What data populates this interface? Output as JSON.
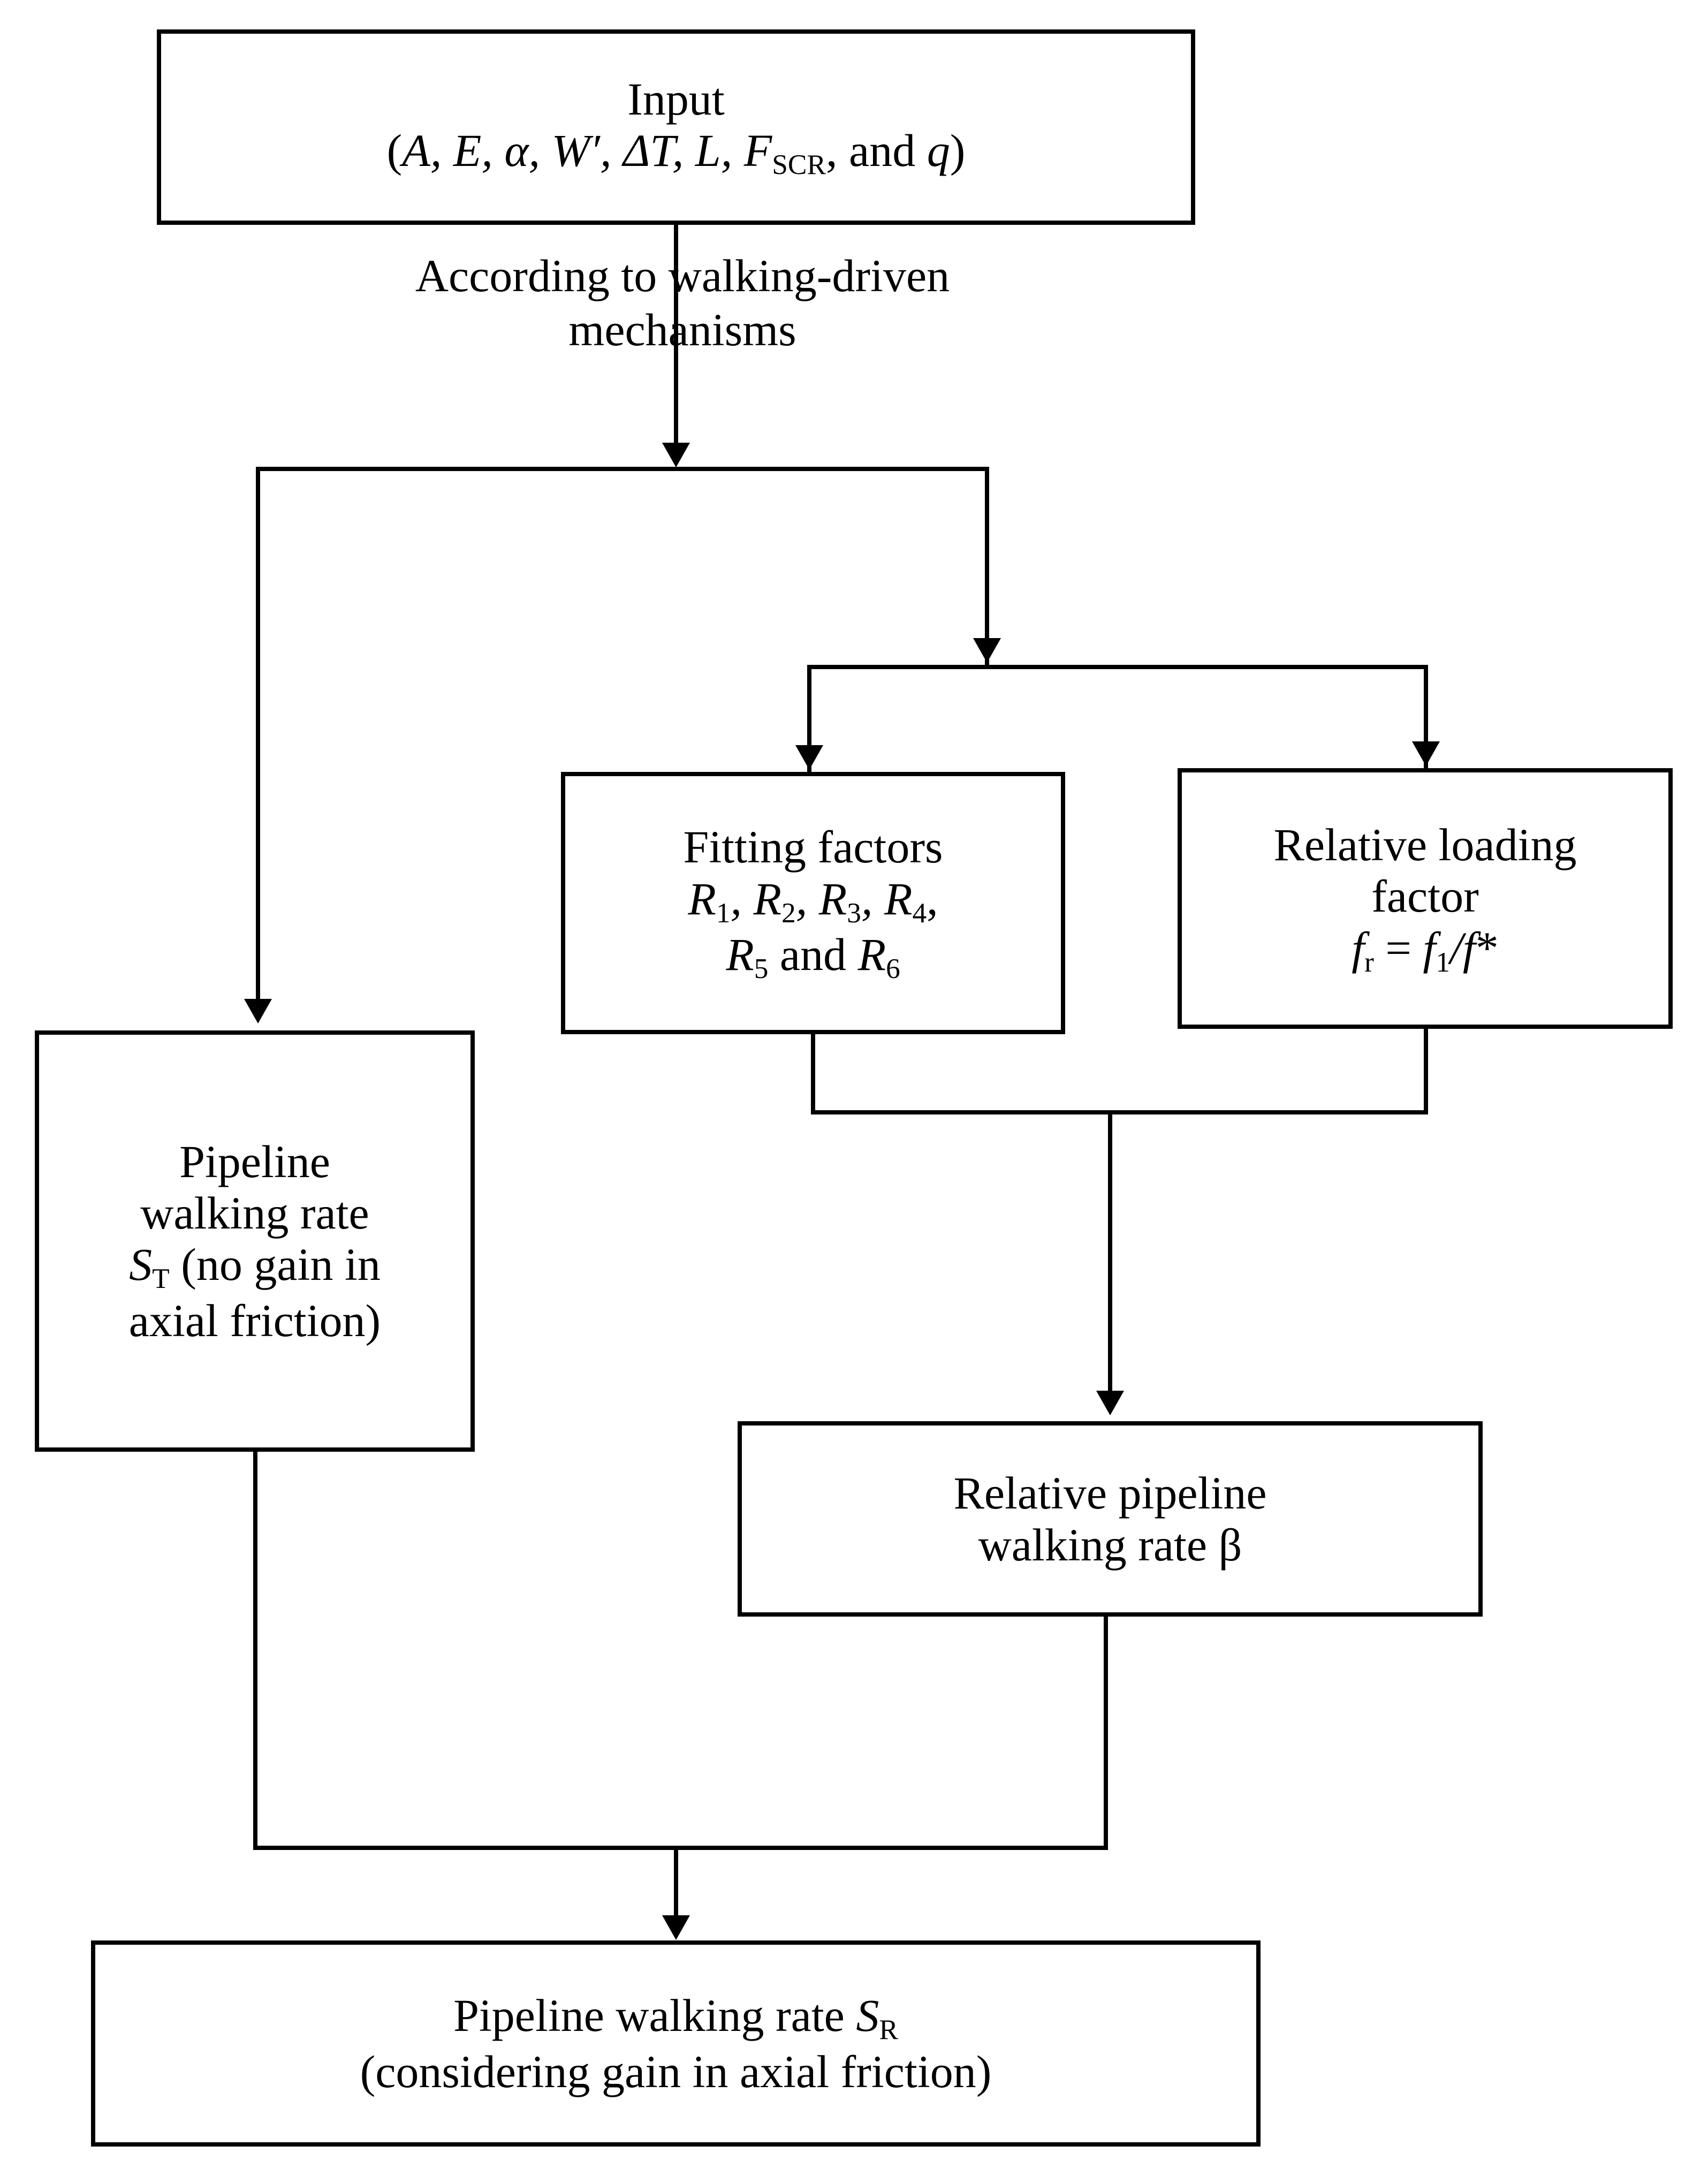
{
  "diagram": {
    "title": "Pipeline walking rate calculation flowchart",
    "background_color": "#ffffff",
    "line_color": "#000000",
    "nodes": {
      "input": {
        "line1": "Input",
        "line2_prefix": "(",
        "vars": "A, E, α, W′, ΔT, L, F",
        "vars_sub": "SCR",
        "vars_tail": ",  and ",
        "vars_last": "q",
        "line2_suffix": ")"
      },
      "fitting_factors": {
        "line1": "Fitting factors",
        "line2_a": "R",
        "line2_a_sub": "1",
        "line2_b": ", R",
        "line2_b_sub": "2",
        "line2_c": ", R",
        "line2_c_sub": "3",
        "line2_d": ", R",
        "line2_d_sub": "4",
        "line2_end": ",",
        "line3_a": "R",
        "line3_a_sub": "5",
        "line3_mid": " and ",
        "line3_b": "R",
        "line3_b_sub": "6"
      },
      "relative_loading_factor": {
        "line1": "Relative loading",
        "line2": "factor",
        "eq_f": "f",
        "eq_f_sub": "r",
        "eq_mid": " = ",
        "eq_f1": "f",
        "eq_f1_sub": "1",
        "eq_slash": "/",
        "eq_fstar": "f",
        "eq_star": "*"
      },
      "pipeline_walking_rate_st": {
        "line1": "Pipeline",
        "line2": "walking rate",
        "line3_sym": "S",
        "line3_sub": "T",
        "line3_rest": " (no gain in",
        "line4": "axial friction)"
      },
      "relative_pipeline_walking_rate": {
        "line1": "Relative pipeline",
        "line2": "walking rate β"
      },
      "pipeline_walking_rate_sr": {
        "line1_a": "Pipeline walking rate ",
        "line1_sym": "S",
        "line1_sub": "R",
        "line2": "(considering gain in axial friction)"
      }
    },
    "edge_labels": {
      "walking_driven": {
        "line1": "According to walking-driven",
        "line2": "mechanisms"
      }
    }
  }
}
